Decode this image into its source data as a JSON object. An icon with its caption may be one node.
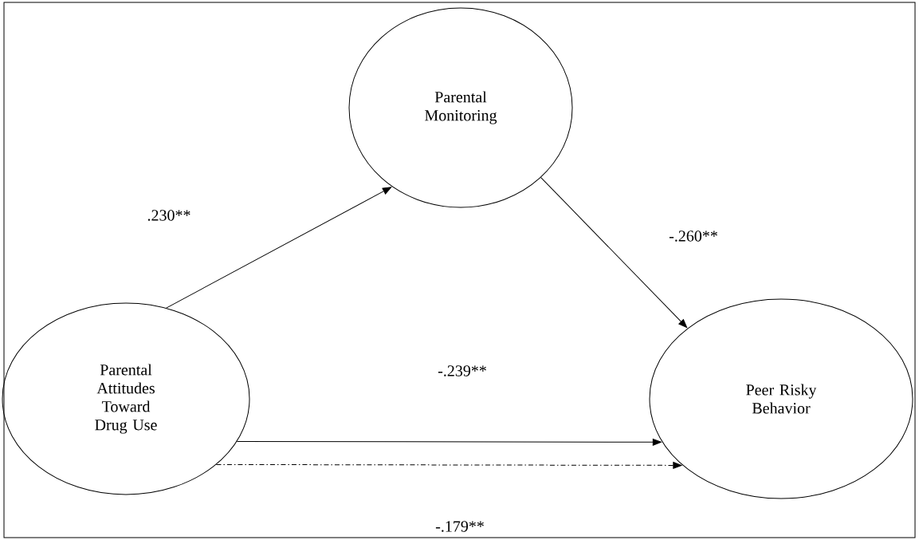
{
  "diagram": {
    "nodes": [
      {
        "text": [
          "Parental Attitudes Toward Drug Use"
        ]
      },
      {
        "text": [
          "Parental Monitoring"
        ]
      },
      {
        "text": [
          "Peer Risky Behavior"
        ]
      }
    ],
    "edges": [
      {
        "from": 0,
        "to": 1,
        "arrow": "to",
        "label": ".230**"
      },
      {
        "from": 1,
        "to": 2,
        "arrow": "to",
        "label": "-.260**"
      },
      {
        "from": 0,
        "to": 2,
        "arrow": "to",
        "label": "-.239**"
      },
      {
        "from": 0,
        "to": 2,
        "arrow": "to",
        "label": "-.179**",
        "style": "dashed"
      }
    ]
  }
}
